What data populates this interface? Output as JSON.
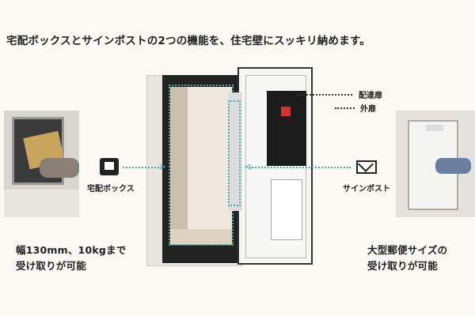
{
  "headline": "宅配ボックスとサインポストの2つの機能を、住宅壁にスッキリ納めます。",
  "callouts": {
    "inner_door": "配達扉",
    "outer_door": "外扉"
  },
  "left": {
    "label": "宅配ボックス",
    "note_line1": "幅130mm、10kgまで",
    "note_line2": "受け取りが可能"
  },
  "right": {
    "label": "サインポスト",
    "note_line1": "大型郵便サイズの",
    "note_line2": "受け取りが可能"
  },
  "colors": {
    "accent": "#4aa8b0",
    "background": "#fbf9f3"
  }
}
